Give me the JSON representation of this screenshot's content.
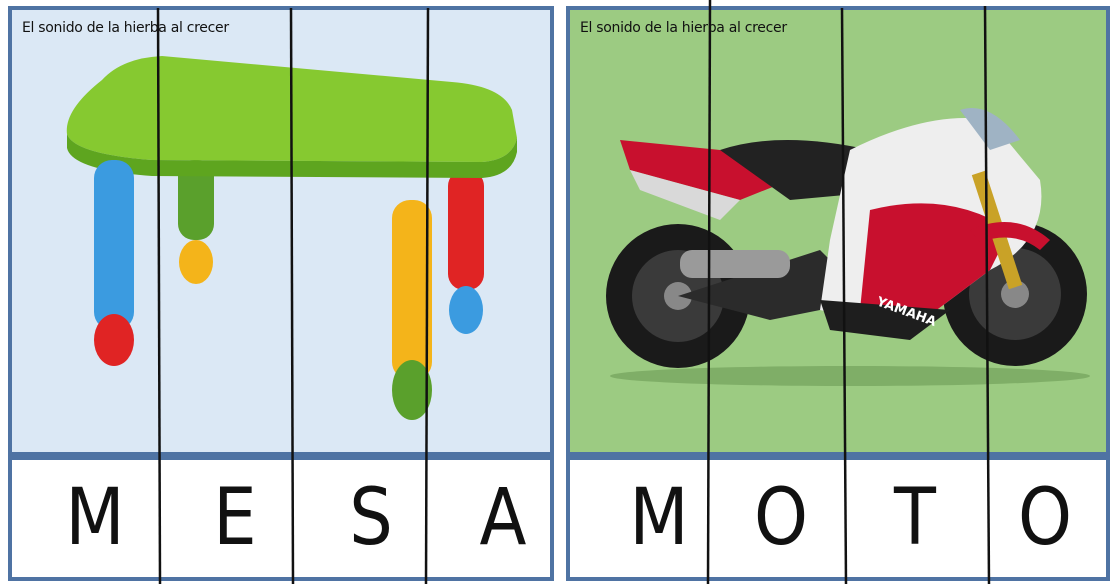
{
  "puzzles": [
    {
      "caption": "El sonido de la hierba al crecer",
      "word": "MESA",
      "letters": [
        "M",
        "E",
        "S",
        "A"
      ],
      "picture": "table-image",
      "background": "#dbe8f5"
    },
    {
      "caption": "El sonido de la hierba al crecer",
      "word": "MOTO",
      "letters": [
        "M",
        "O",
        "T",
        "O"
      ],
      "picture": "motorcycle-image",
      "background": "#9ccb82",
      "brand_text": "YAMAHA"
    }
  ],
  "colors": {
    "frame": "#4f73a3",
    "cut_lines": "#111111"
  }
}
